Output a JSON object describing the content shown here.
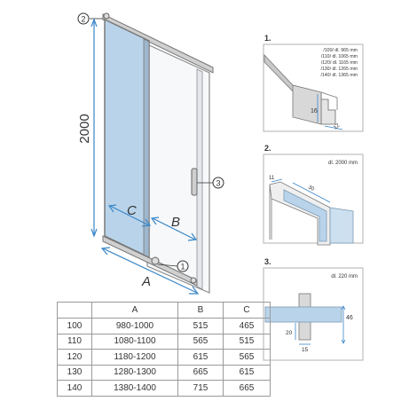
{
  "main_drawing": {
    "height_label": "2000",
    "dim_a": "A",
    "dim_b": "B",
    "dim_c": "C",
    "callout_1": "1",
    "callout_2": "2",
    "callout_3": "3"
  },
  "detail_1": {
    "number": "1.",
    "lengths": [
      "/100/ dl. 965 mm",
      "/110/ dl. 1065 mm",
      "/120/ dl. 1165 mm",
      "/130/ dl. 1265 mm",
      "/140/ dl. 1365 mm"
    ],
    "dim_height": "16",
    "dim_width": "12"
  },
  "detail_2": {
    "number": "2.",
    "length": "dl. 2000 mm",
    "dim_small": "11",
    "dim_large": "30"
  },
  "detail_3": {
    "number": "3.",
    "length": "dl. 220 mm",
    "dim_height": "46",
    "dim_depth": "20",
    "dim_width": "15"
  },
  "table": {
    "headers": [
      "",
      "A",
      "B",
      "C"
    ],
    "rows": [
      [
        "100",
        "980-1000",
        "515",
        "465"
      ],
      [
        "110",
        "1080-1100",
        "565",
        "515"
      ],
      [
        "120",
        "1180-1200",
        "615",
        "565"
      ],
      [
        "130",
        "1280-1300",
        "665",
        "615"
      ],
      [
        "140",
        "1380-1400",
        "715",
        "665"
      ]
    ]
  },
  "colors": {
    "glass": "#b9d4ea",
    "frame": "#8c8c8c",
    "dimension_line": "#3a86c8",
    "detail_border": "#b0b0b0"
  }
}
